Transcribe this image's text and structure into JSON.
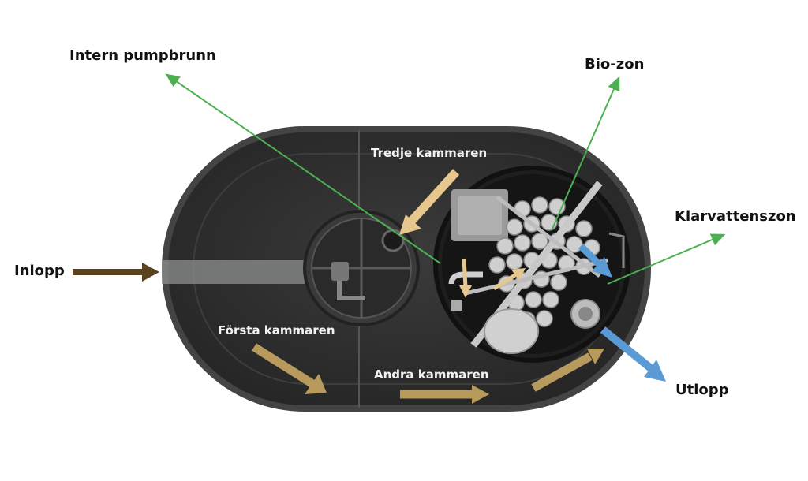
{
  "labels": {
    "intern_pumpbrunn": "Intern pumpbrunn",
    "bio_zon": "Bio-zon",
    "tredje_kammaren": "Tredje kammaren",
    "klarvattenszon": "Klarvattenszon",
    "inlopp": "Inlopp",
    "forsta_kammaren": "Första kammaren",
    "andra_kammaren": "Andra kammaren",
    "utlopp": "Utlopp"
  },
  "colors": {
    "tank_body": "#2e2e2e",
    "tank_rim": "#4a4a4a",
    "flow_arrow": "#b89a5c",
    "flow_arrow_light": "#e6c88e",
    "inlet_arrow": "#5a4420",
    "clean_water_arrow": "#5b9bd5",
    "pointer_line": "#4caf50",
    "media_pipe": "#d2d2d2"
  }
}
